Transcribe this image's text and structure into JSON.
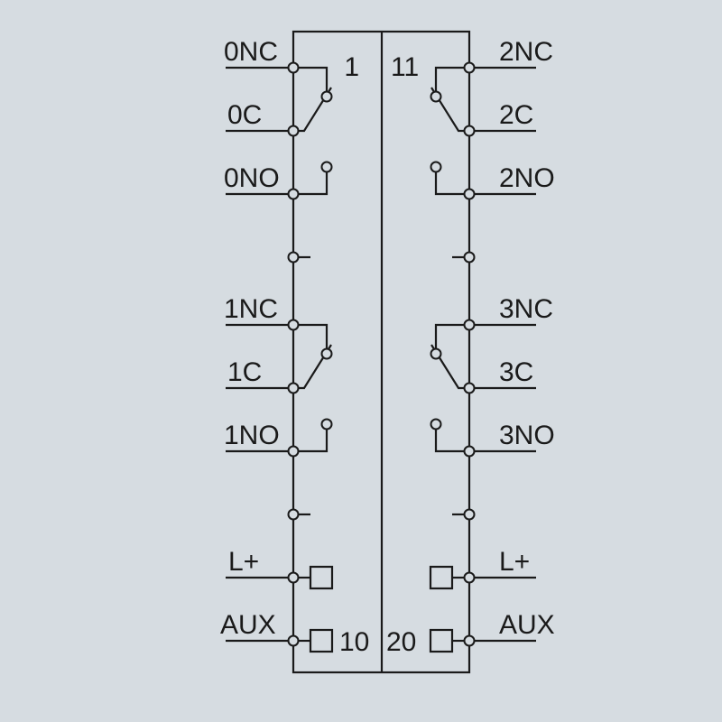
{
  "diagram": {
    "type": "relay-output-terminal-wiring-diagram",
    "colors": {
      "background": "#d6dce1",
      "line": "#1a1a1a"
    },
    "module": {
      "top_marker_left": "1",
      "top_marker_right": "11",
      "bottom_marker_left": "10",
      "bottom_marker_right": "20"
    },
    "left_terminals": [
      {
        "label": "0NC"
      },
      {
        "label": "0C"
      },
      {
        "label": "0NO"
      },
      {
        "label": "1NC"
      },
      {
        "label": "1C"
      },
      {
        "label": "1NO"
      },
      {
        "label": "L+"
      },
      {
        "label": "AUX"
      }
    ],
    "right_terminals": [
      {
        "label": "2NC"
      },
      {
        "label": "2C"
      },
      {
        "label": "2NO"
      },
      {
        "label": "3NC"
      },
      {
        "label": "3C"
      },
      {
        "label": "3NO"
      },
      {
        "label": "L+"
      },
      {
        "label": "AUX"
      }
    ]
  }
}
